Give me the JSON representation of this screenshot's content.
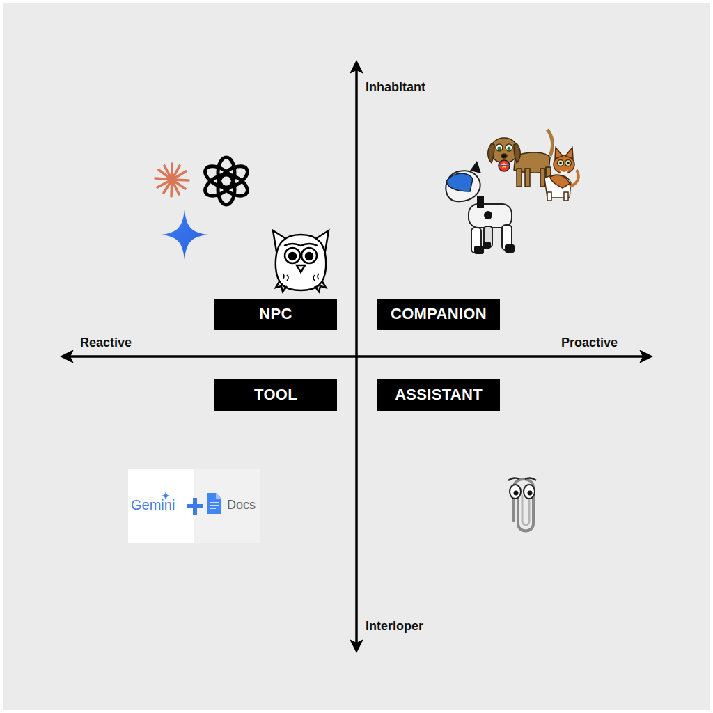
{
  "diagram": {
    "nodes": [
      {
        "text": [
          "NPC"
        ]
      },
      {
        "text": [
          "COMPANION"
        ]
      },
      {
        "text": [
          "TOOL"
        ]
      },
      {
        "text": [
          "ASSISTANT"
        ]
      }
    ],
    "labels": [
      "Inhabitant",
      "Reactive",
      "Proactive",
      "Interloper",
      "Gemini",
      "Docs"
    ]
  }
}
